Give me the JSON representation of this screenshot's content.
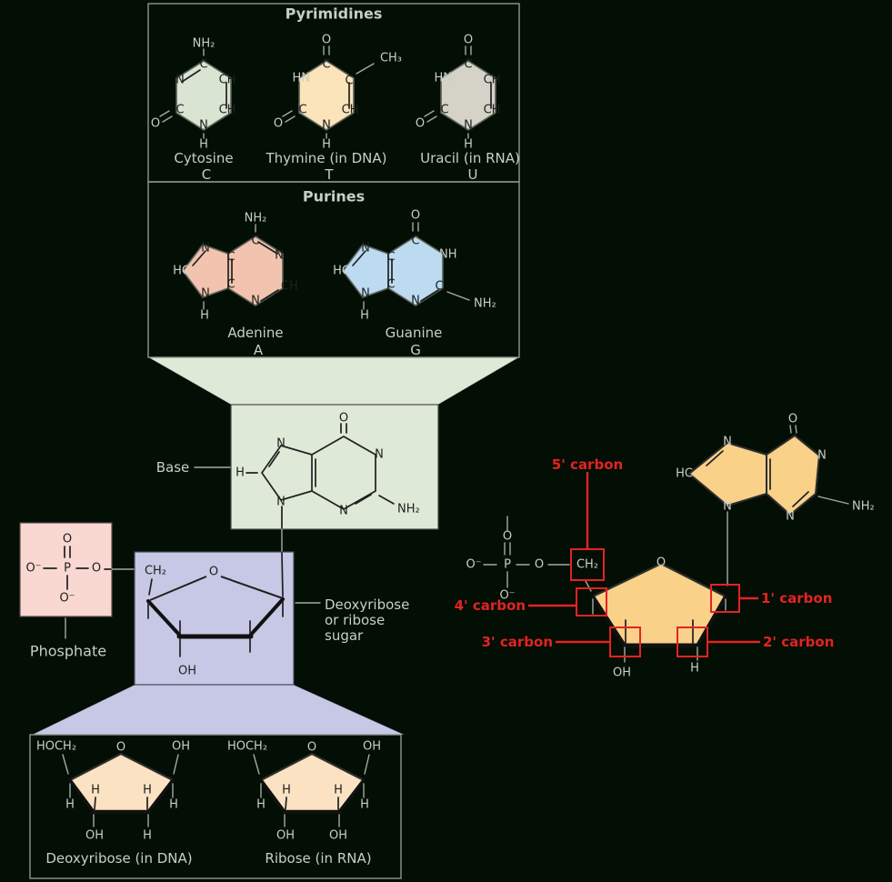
{
  "colors": {
    "background": "#030e04",
    "red_annotation": "#e32322",
    "cytosine_fill": "#dae4d2",
    "thymine_fill": "#fbe3ba",
    "uracil_fill": "#d5d3c7",
    "adenine_fill": "#f2c3ae",
    "guanine_fill": "#bcdaf0",
    "base_box_fill": "#dfe9d7",
    "phosphate_box_fill": "#f8d8d1",
    "sugar_box_fill": "#c7c8e5",
    "pentose_fill": "#fbe2c3",
    "right_sugar_fill": "#f9d189"
  },
  "pyrimidines": {
    "title": "Pyrimidines",
    "cytosine": {
      "name": "Cytosine",
      "symbol": "C",
      "atoms": {
        "nh2": "NH₂",
        "c_top": "C",
        "n_nw": "N",
        "ch_ne": "CH",
        "ch_se": "CH",
        "n_s": "N",
        "h": "H",
        "c_sw": "C",
        "o": "O"
      }
    },
    "thymine": {
      "name": "Thymine (in DNA)",
      "symbol": "T",
      "atoms": {
        "o_top": "O",
        "c_top": "C",
        "hn": "HN",
        "c_ne": "C",
        "ch3": "CH₃",
        "ch_se": "CH",
        "n_s": "N",
        "h": "H",
        "c_sw": "C",
        "o": "O"
      }
    },
    "uracil": {
      "name": "Uracil (in RNA)",
      "symbol": "U",
      "atoms": {
        "o_top": "O",
        "c_top": "C",
        "hn": "HN",
        "ch_ne": "CH",
        "ch_se": "CH",
        "n_s": "N",
        "h": "H",
        "c_sw": "C",
        "o": "O"
      }
    }
  },
  "purines": {
    "title": "Purines",
    "adenine": {
      "name": "Adenine",
      "symbol": "A",
      "atoms": {
        "nh2": "NH₂",
        "c6": "C",
        "n1": "N",
        "ch2": "CH",
        "n3": "N",
        "c4": "C",
        "c5": "C",
        "n7": "N",
        "hc8": "HC",
        "n9": "N",
        "h9": "H"
      }
    },
    "guanine": {
      "name": "Guanine",
      "symbol": "G",
      "atoms": {
        "o6": "O",
        "c6": "C",
        "nh1": "NH",
        "c2": "C",
        "nh2": "NH₂",
        "n3": "N",
        "c4": "C",
        "c5": "C",
        "n7": "N",
        "hc8": "HC",
        "n9": "N",
        "h9": "H"
      }
    }
  },
  "base_section": {
    "label": "Base",
    "atoms": {
      "o": "O",
      "n1": "N",
      "nh2": "NH₂",
      "n3": "N",
      "n7": "N",
      "h8": "H",
      "n9": "N"
    }
  },
  "phosphate_section": {
    "label": "Phosphate",
    "atoms": {
      "o_top": "O",
      "o_left": "O⁻",
      "p": "P",
      "o_right": "O",
      "o_bottom": "O⁻"
    }
  },
  "sugar_section": {
    "label_line1": "Deoxyribose",
    "label_line2": "or ribose",
    "label_line3": "sugar",
    "atoms": {
      "ch2": "CH₂",
      "o": "O",
      "oh": "OH"
    }
  },
  "pentoses": {
    "deoxyribose": {
      "name": "Deoxyribose (in DNA)",
      "atoms": {
        "hoch2": "HOCH₂",
        "o": "O",
        "oh_tr": "OH",
        "h_left": "H",
        "h_right": "H",
        "h_in_left": "H",
        "h_in_right": "H",
        "oh_bl": "OH",
        "h_br": "H"
      }
    },
    "ribose": {
      "name": "Ribose (in RNA)",
      "atoms": {
        "hoch2": "HOCH₂",
        "o": "O",
        "oh_tr": "OH",
        "h_left": "H",
        "h_right": "H",
        "h_in_left": "H",
        "h_in_right": "H",
        "oh_bl": "OH",
        "oh_br": "OH"
      }
    }
  },
  "carbon_numbering": {
    "c5": "5' carbon",
    "c4": "4' carbon",
    "c3": "3' carbon",
    "c2": "2' carbon",
    "c1": "1' carbon",
    "phosphate_atoms": {
      "o_top": "O",
      "o_left": "O⁻",
      "p": "P",
      "o_right": "O",
      "o_bottom": "O⁻"
    },
    "sugar_atoms": {
      "ch2": "CH₂",
      "o": "O",
      "oh": "OH",
      "h": "H"
    },
    "base_atoms": {
      "o": "O",
      "n7": "N",
      "hc8": "HC",
      "n9": "N",
      "n1": "N",
      "n3": "N",
      "nh2": "NH₂"
    }
  }
}
